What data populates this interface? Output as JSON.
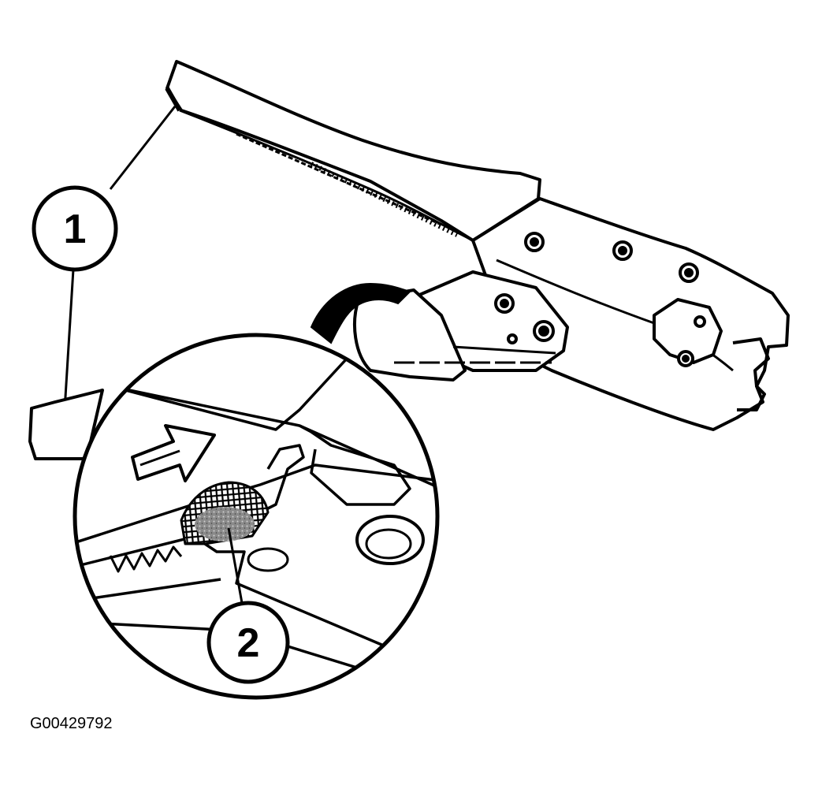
{
  "callouts": [
    {
      "label": "1"
    },
    {
      "label": "2"
    }
  ],
  "figure_code": "G00429792",
  "colors": {
    "ink": "#000000",
    "paper": "#ffffff",
    "shade": "#7a7a7a"
  }
}
